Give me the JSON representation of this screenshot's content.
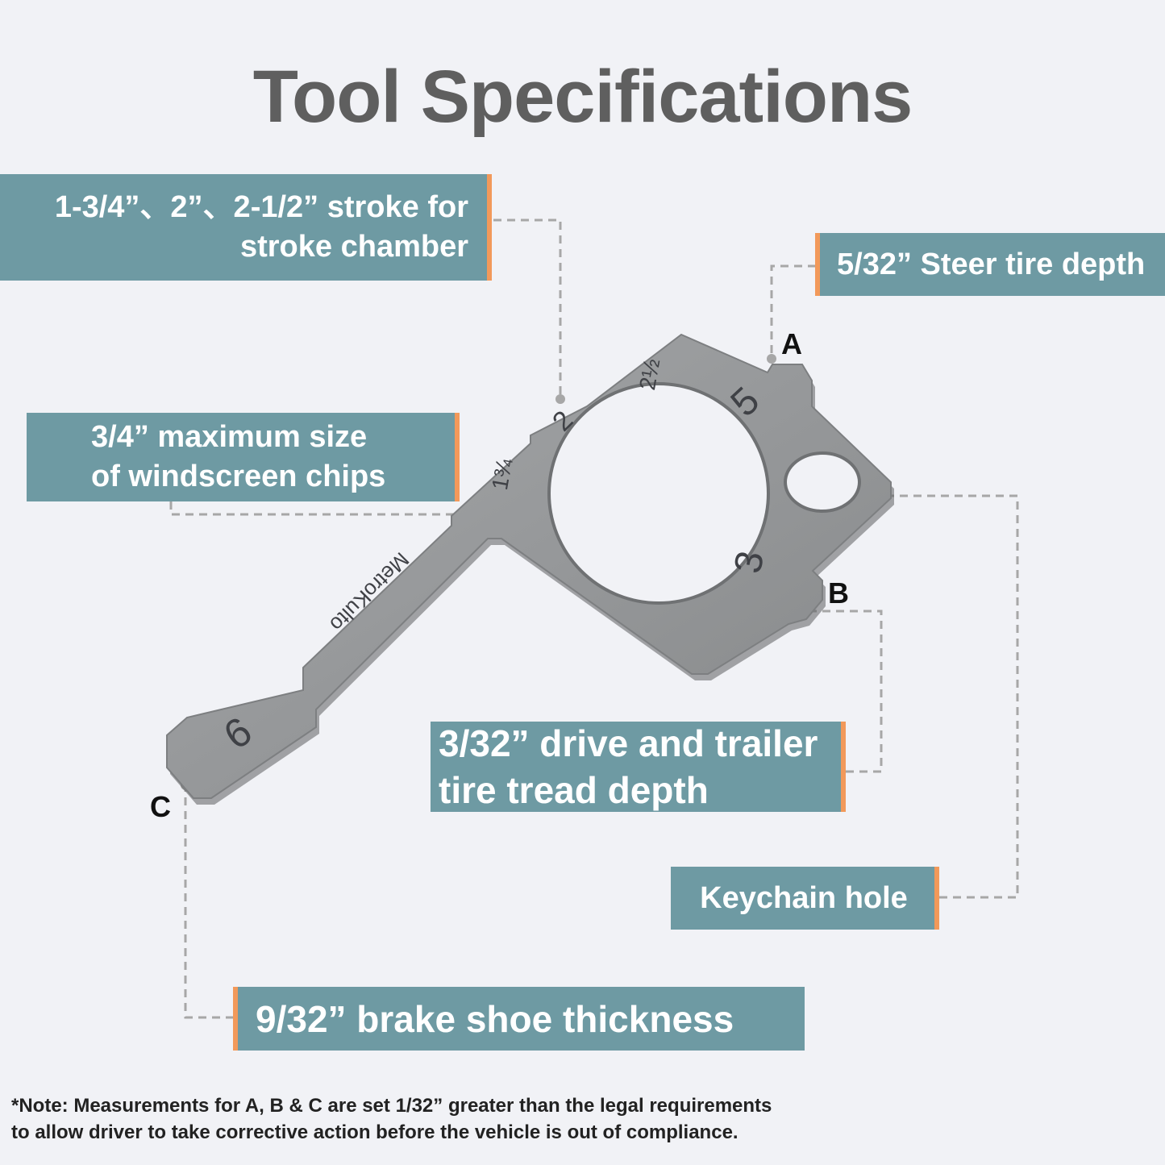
{
  "title": "Tool Specifications",
  "callouts": {
    "stroke": {
      "line1": "1-3/4”、2”、2-1/2”  stroke for",
      "line2": "stroke chamber"
    },
    "steer": {
      "text": "5/32” Steer tire depth"
    },
    "windscreen": {
      "line1": "3/4” maximum size",
      "line2": "of windscreen chips"
    },
    "drive": {
      "line1": "3/32” drive and trailer",
      "line2": "tire tread depth"
    },
    "keychain": {
      "text": "Keychain hole"
    },
    "brake": {
      "text": "9/32” brake shoe thickness"
    }
  },
  "points": {
    "a": "A",
    "b": "B",
    "c": "C"
  },
  "tool": {
    "brand": "MetroKulto",
    "engraving_5": "5",
    "engraving_3": "3",
    "engraving_9": "9",
    "engraving_2": "2",
    "engraving_212": "2½",
    "engraving_134": "1¾"
  },
  "colors": {
    "callout": "#6e9aa3",
    "accent": "#f2995a",
    "tool": "#9a9c9d",
    "leader": "#a7a7a7"
  },
  "note": {
    "line1": "*Note: Measurements for A, B & C are set 1/32” greater than the legal requirements",
    "line2": "to allow driver to take corrective action before the vehicle is out of compliance."
  }
}
